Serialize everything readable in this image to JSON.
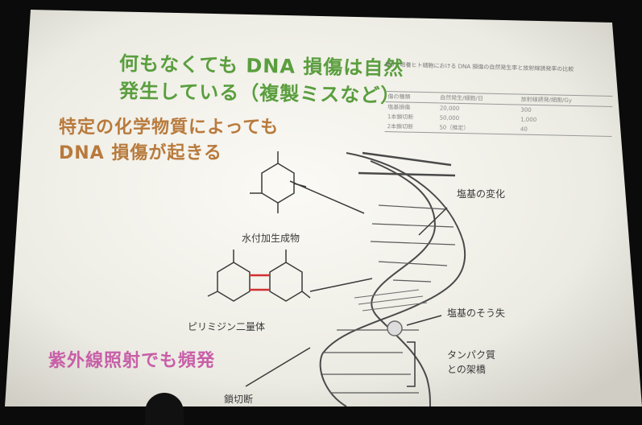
{
  "slide": {
    "line1": "何もなくても DNA 損傷は自然",
    "line2": "発生している（複製ミスなど）",
    "line3": "特定の化学物質によっても",
    "line4": "DNA 損傷が起きる",
    "line5": "紫外線照射でも頻発"
  },
  "diagram_labels": {
    "hydrate": "水付加生成物",
    "dimer": "ピリミジン二量体",
    "base_change": "塩基の変化",
    "base_loss": "塩基のそう失",
    "crosslink_1": "タンパク質",
    "crosslink_2": "との架橋",
    "strand_break": "鎖切断"
  },
  "table": {
    "caption": "表5　培養ヒト細胞における DNA 損傷の自然発生率と放射線誘発率の比較",
    "headers": [
      "傷の種類",
      "自然発生/細胞/日",
      "放射線誘発/細胞/Gy"
    ],
    "rows": [
      [
        "塩基損傷",
        "20,000",
        "300"
      ],
      [
        "1本鎖切断",
        "50,000",
        "1,000"
      ],
      [
        "2本鎖切断",
        "50（推定）",
        "40"
      ]
    ]
  },
  "colors": {
    "green_text": "#5a9e3e",
    "orange_text": "#b87a3c",
    "pink_text": "#c85ea8",
    "screen": "#f2f1ea"
  }
}
